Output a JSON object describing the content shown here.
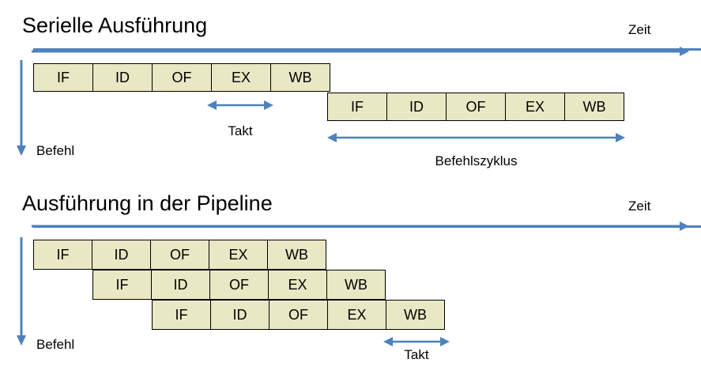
{
  "colors": {
    "accent_blue": "#4F81BD",
    "stage_fill": "#E8E8C4",
    "stage_border": "#000000",
    "text": "#000000",
    "background": "#FFFFFF"
  },
  "sections": [
    {
      "id": "serial",
      "title": "Serielle Ausführung",
      "time_axis_label": "Zeit",
      "instruction_axis_label": "Befehl",
      "rows": [
        {
          "id": "serial-instruction-1",
          "stages": [
            "IF",
            "ID",
            "OF",
            "EX",
            "WB"
          ]
        },
        {
          "id": "serial-instruction-2",
          "stages": [
            "IF",
            "ID",
            "OF",
            "EX",
            "WB"
          ]
        }
      ],
      "measures": [
        {
          "id": "takt",
          "label": "Takt"
        },
        {
          "id": "befehlszyklus",
          "label": "Befehlszyklus"
        }
      ]
    },
    {
      "id": "pipeline",
      "title": "Ausführung in der Pipeline",
      "time_axis_label": "Zeit",
      "instruction_axis_label": "Befehl",
      "rows": [
        {
          "id": "pipeline-instruction-1",
          "stages": [
            "IF",
            "ID",
            "OF",
            "EX",
            "WB"
          ]
        },
        {
          "id": "pipeline-instruction-2",
          "stages": [
            "IF",
            "ID",
            "OF",
            "EX",
            "WB"
          ]
        },
        {
          "id": "pipeline-instruction-3",
          "stages": [
            "IF",
            "ID",
            "OF",
            "EX",
            "WB"
          ]
        }
      ],
      "measures": [
        {
          "id": "takt",
          "label": "Takt"
        }
      ]
    }
  ],
  "icons": {
    "time_arrow": "arrow-right-icon",
    "instruction_arrow": "arrow-down-icon",
    "measure_arrow": "double-arrow-horizontal-icon"
  }
}
